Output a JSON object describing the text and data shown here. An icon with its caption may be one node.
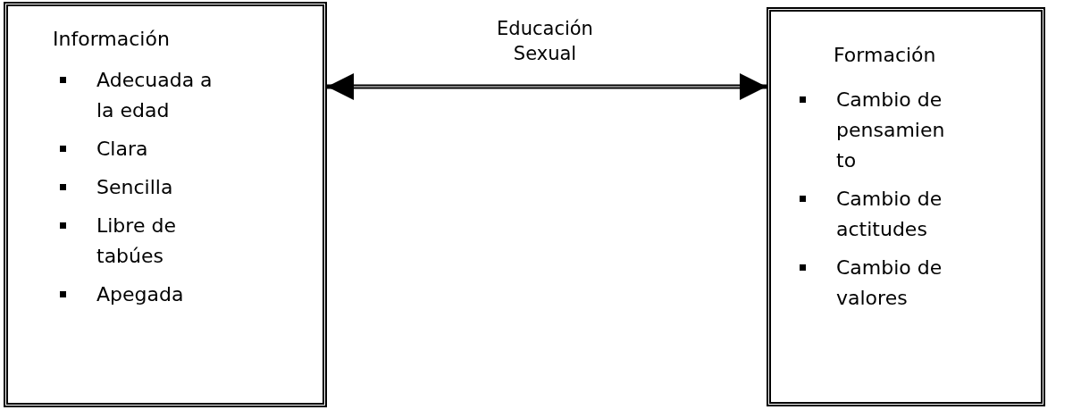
{
  "diagram": {
    "nodes": [
      {
        "text": [
          "Información",
          "Adecuada a la edad",
          "Clara",
          "Sencilla",
          "Libre de tabúes",
          "Apegada"
        ]
      },
      {
        "text": [
          "Formación",
          "Cambio de pensamiento",
          "Cambio de actitudes",
          "Cambio de valores"
        ]
      }
    ],
    "edges": [
      {
        "from": 0,
        "to": 1,
        "arrow": "both",
        "label": "Educación Sexual"
      }
    ]
  }
}
